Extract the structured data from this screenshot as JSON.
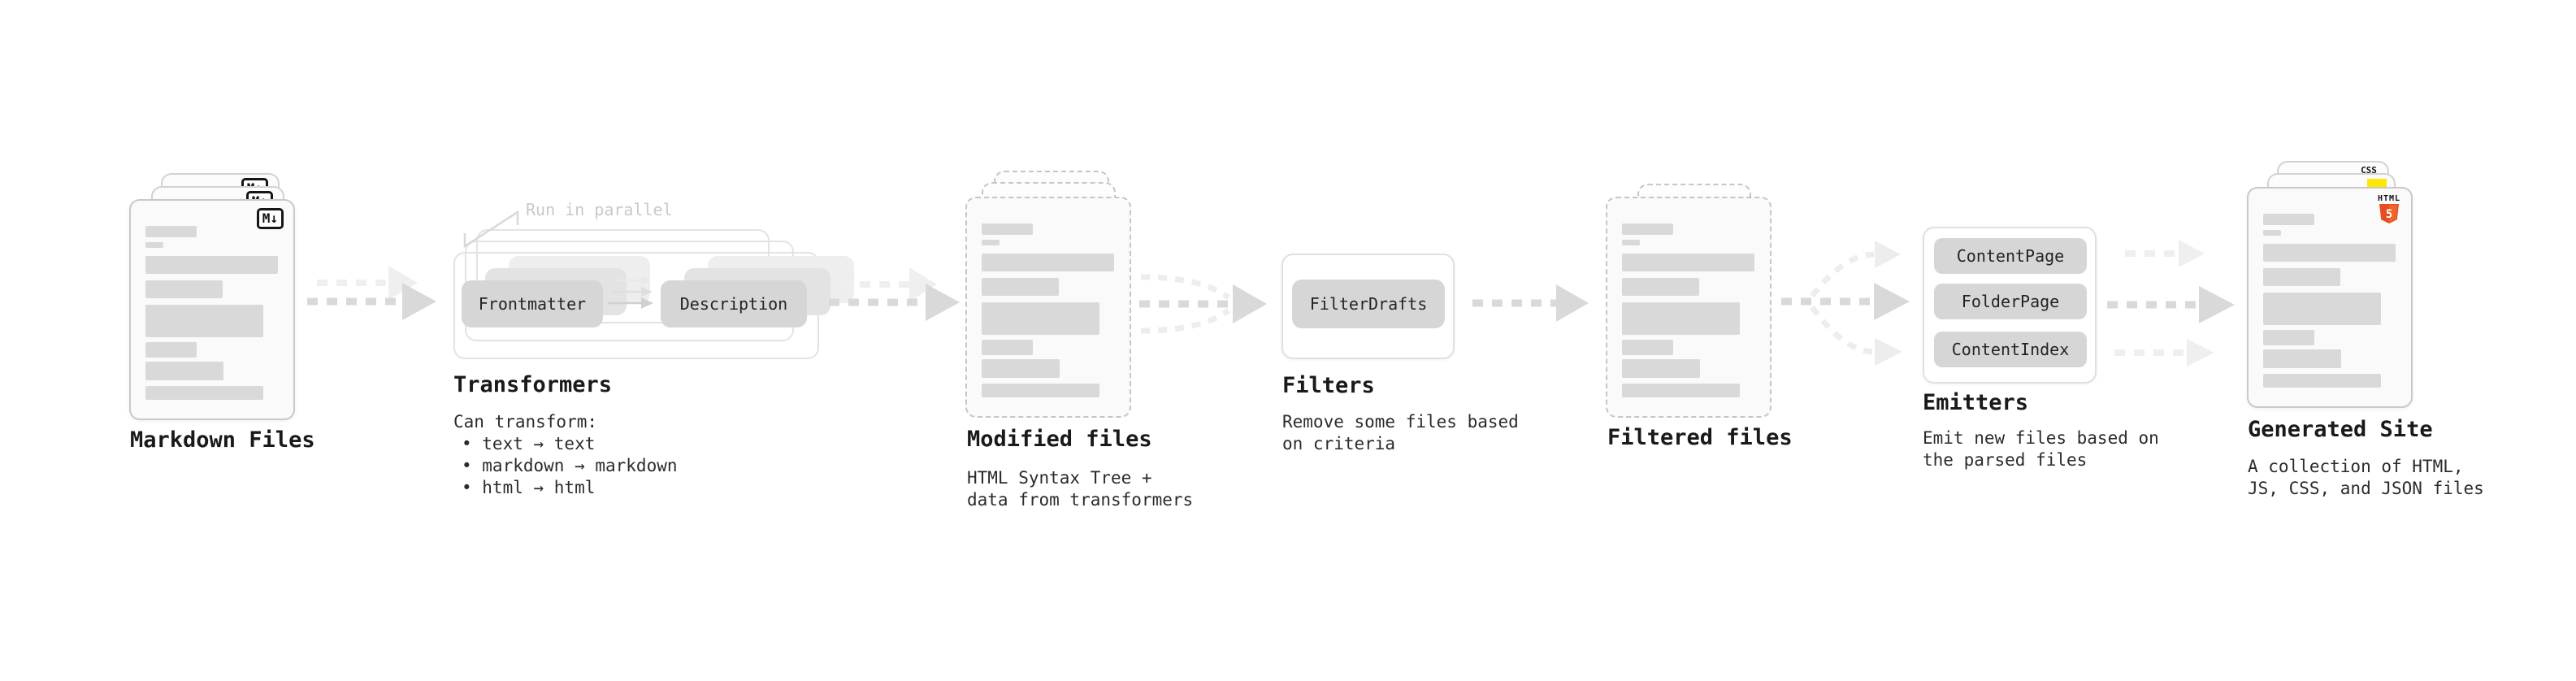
{
  "colors": {
    "arrow_gray": "#d9d9d9",
    "arrow_light": "#efefef",
    "pill_gray": "#d6d6d6",
    "annotation_gray": "#c9c9c9",
    "html5_orange": "#e44d26",
    "html5_orange_light": "#f16529",
    "js_yellow": "#ffe70a",
    "css_blue": "#2760f6"
  },
  "stages": {
    "markdown_files": {
      "title": "Markdown Files",
      "badge": "M↓"
    },
    "transformers": {
      "title": "Transformers",
      "annotation": "Run in parallel",
      "pill_frontmatter": "Frontmatter",
      "pill_description": "Description",
      "desc_heading": "Can transform:",
      "bullets": [
        "• text → text",
        "• markdown → markdown",
        "• html → html"
      ]
    },
    "modified_files": {
      "title": "Modified files",
      "desc_line1": "HTML Syntax Tree +",
      "desc_line2": "data from transformers"
    },
    "filters": {
      "title": "Filters",
      "pill": "FilterDrafts",
      "desc_line1": "Remove some files based",
      "desc_line2": "on criteria"
    },
    "filtered_files": {
      "title": "Filtered files"
    },
    "emitters": {
      "title": "Emitters",
      "pills": [
        "ContentPage",
        "FolderPage",
        "ContentIndex"
      ],
      "desc_line1": "Emit new files based on",
      "desc_line2": "the parsed files"
    },
    "generated_site": {
      "title": "Generated Site",
      "desc_line1": "A collection of HTML,",
      "desc_line2": "JS, CSS, and JSON files",
      "css_badge": "CSS",
      "html_badge_label": "HTML",
      "html_badge_number": "5"
    }
  }
}
